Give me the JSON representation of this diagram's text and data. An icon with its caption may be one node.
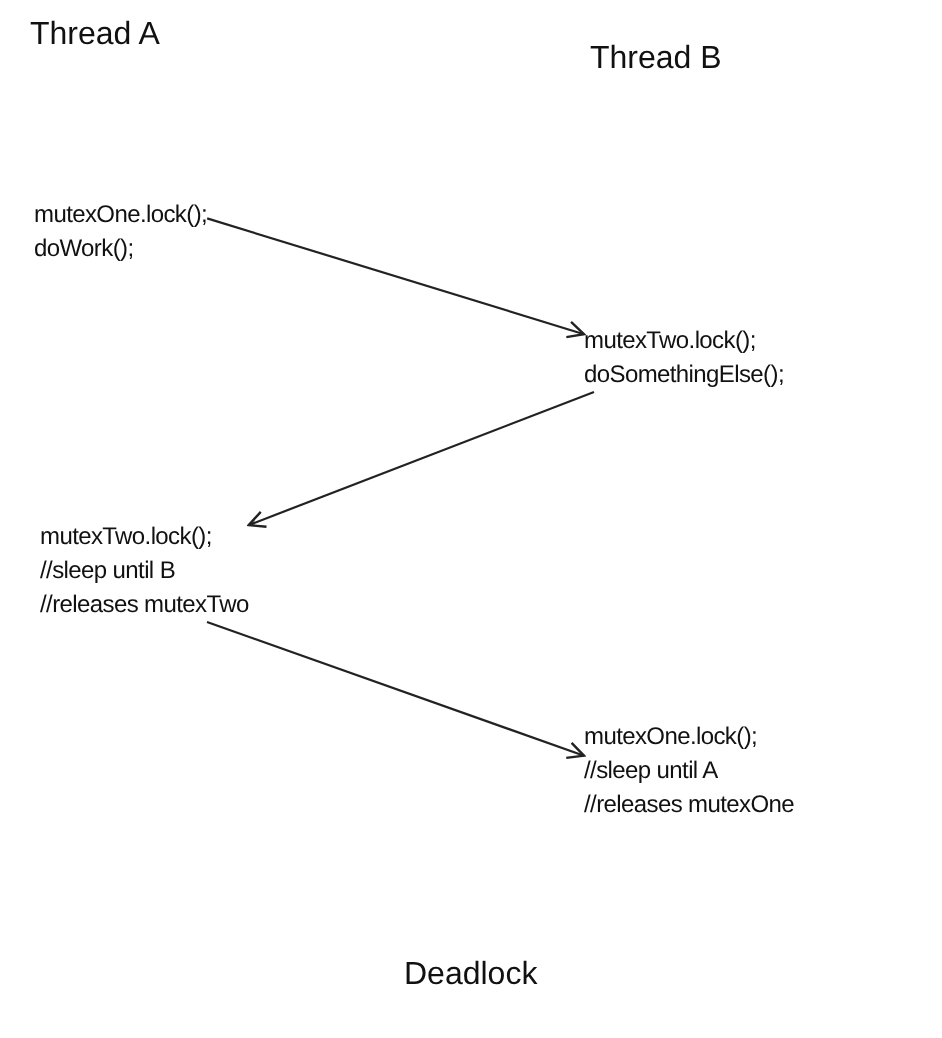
{
  "diagram": {
    "caption": "Deadlock",
    "nodes": [
      {
        "text": [
          "mutexOne.lock();",
          "doWork();"
        ]
      },
      {
        "text": [
          "mutexTwo.lock();",
          "doSomethingElse();"
        ]
      },
      {
        "text": [
          "mutexTwo.lock();",
          "//sleep until B",
          "//releases mutexTwo"
        ]
      },
      {
        "text": [
          "mutexOne.lock();",
          "//sleep until A",
          "//releases mutexOne"
        ]
      }
    ],
    "edges": [
      {
        "from": 0,
        "to": 1,
        "arrow": "to"
      },
      {
        "from": 1,
        "to": 2,
        "arrow": "to"
      },
      {
        "from": 2,
        "to": 3,
        "arrow": "to"
      }
    ],
    "labels": [
      "Thread A",
      "Thread B"
    ]
  }
}
